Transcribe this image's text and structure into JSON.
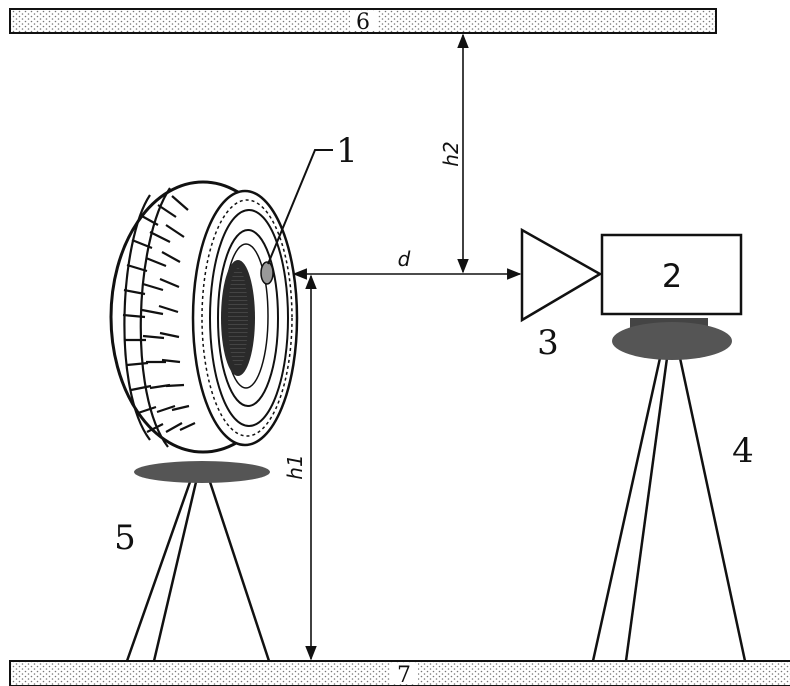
{
  "labels": {
    "tire": "1",
    "camera": "2",
    "lens": "3",
    "camera_tripod": "4",
    "tire_tripod": "5",
    "ceiling": "6",
    "floor": "7"
  },
  "dimensions": {
    "distance": "d",
    "height_lower": "h1",
    "height_upper": "h2"
  },
  "colors": {
    "stroke": "#111111",
    "pad": "#555555",
    "hub": "#2a2a2a",
    "slab_dots": "#777777"
  }
}
